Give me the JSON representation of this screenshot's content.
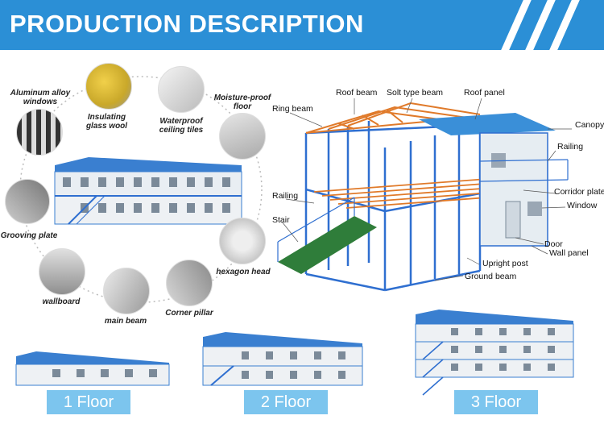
{
  "banner": {
    "title": "PRODUCTION DESCRIPTION",
    "color": "#2b8fd6"
  },
  "materials": [
    {
      "name": "Aluminum alloy windows"
    },
    {
      "name": "Insulating glass wool"
    },
    {
      "name": "Waterproof ceiling tiles"
    },
    {
      "name": "Moisture-proof floor"
    },
    {
      "name": "Grooving plate"
    },
    {
      "name": "hexagon head"
    },
    {
      "name": "wallboard"
    },
    {
      "name": "main beam"
    },
    {
      "name": "Corner pillar"
    }
  ],
  "structure_labels": {
    "roof_beam": "Roof beam",
    "solt_type_beam": "Solt type beam",
    "roof_panel": "Roof panel",
    "ring_beam": "Ring beam",
    "canopy": "Canopy",
    "railing_right": "Railing",
    "corridor_plate": "Corridor plate",
    "window": "Window",
    "railing_left": "Railing",
    "stair": "Stair",
    "door": "Door",
    "wall_panel": "Wall panel",
    "upright_post": "Upright post",
    "ground_beam": "Ground beam"
  },
  "floors": [
    {
      "label": "1 Floor"
    },
    {
      "label": "2 Floor"
    },
    {
      "label": "3 Floor"
    }
  ],
  "colors": {
    "steel_blue": "#2f6fd0",
    "beam_orange": "#e07a2a",
    "roof_blue": "#3a8fd8",
    "stair_green": "#2f7d3a"
  }
}
